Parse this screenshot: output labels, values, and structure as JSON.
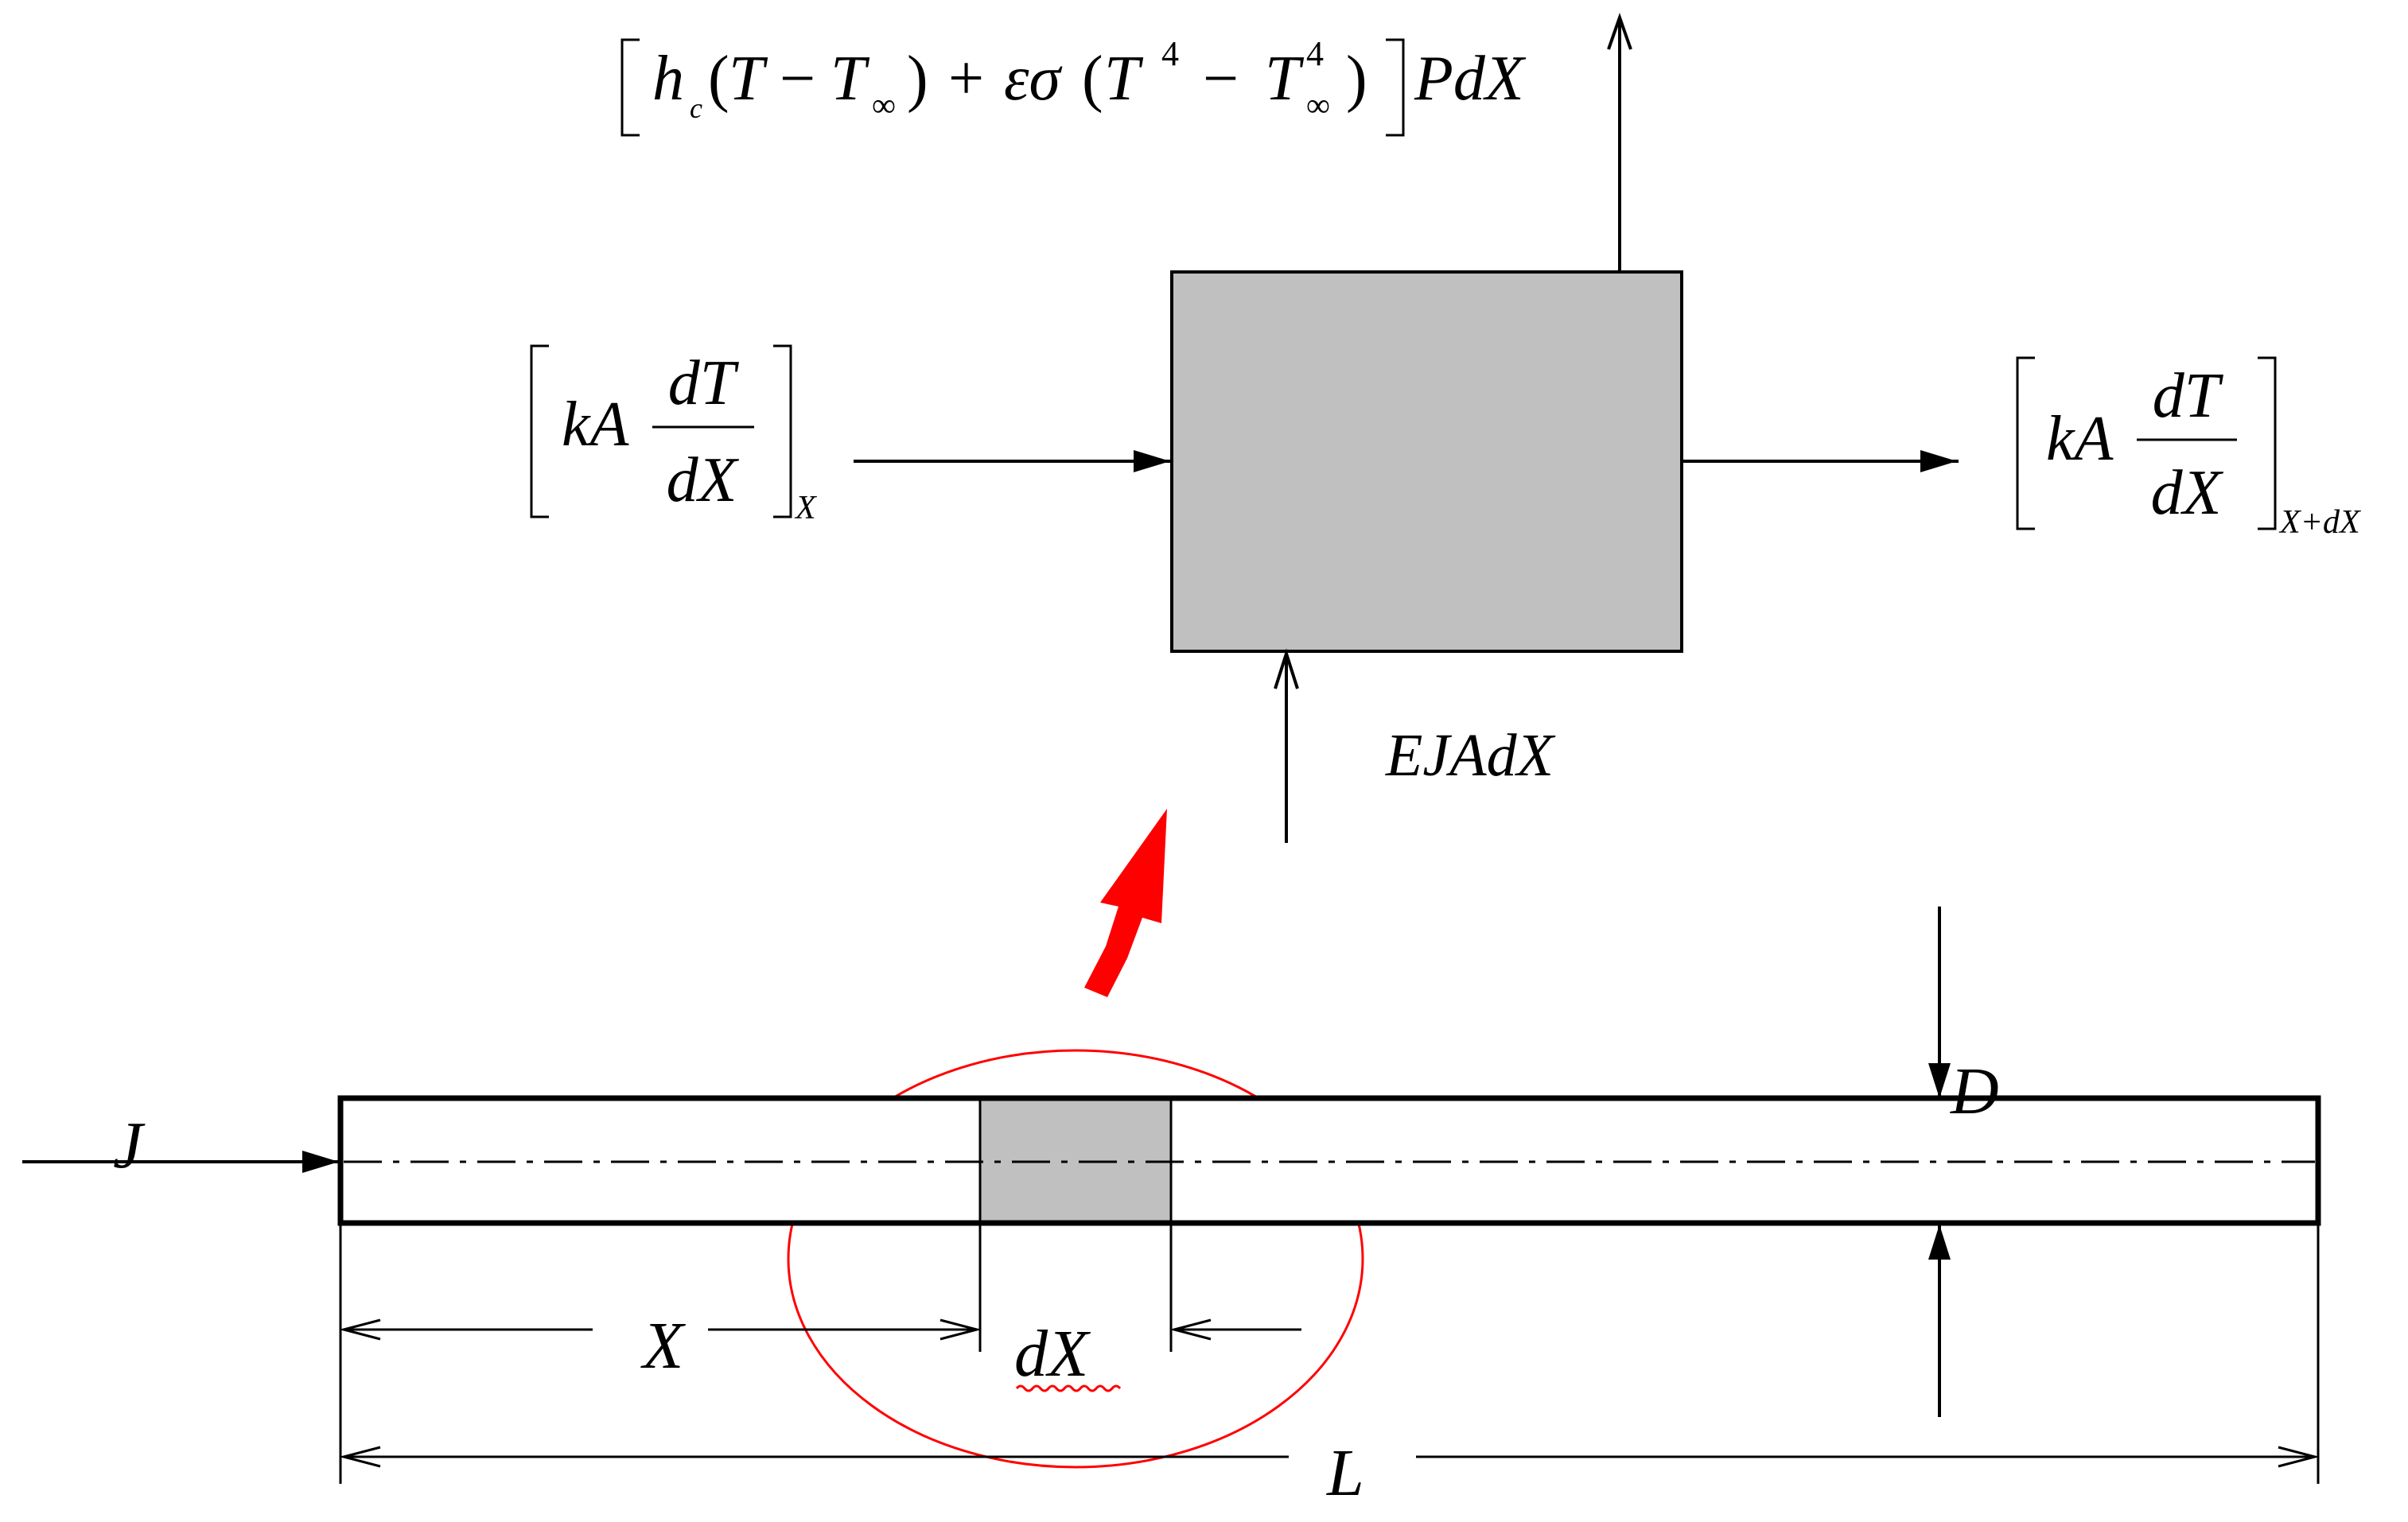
{
  "equations": {
    "convection_radiation": {
      "h": "h",
      "h_sub": "c",
      "p1": "(",
      "T_a": "T",
      "minus_a": "−",
      "T_b": "T",
      "inf_a": "∞",
      "p2": ")",
      "plus": "+",
      "eps_sigma": "εσ",
      "p3": "(",
      "T_c": "T",
      "pow_a": "4",
      "minus_b": "−",
      "T_d": "T",
      "pow_b": "4",
      "inf_b": "∞",
      "p4": ")",
      "tail": "PdX"
    },
    "conduction_in": {
      "lhs": "kA",
      "numerator": "dT",
      "denominator": "dX",
      "subscript": "X"
    },
    "conduction_out": {
      "lhs": "kA",
      "numerator": "dT",
      "denominator": "dX",
      "subscript": "X+dX"
    },
    "generation": "EJAdX"
  },
  "rod": {
    "current_label": "J",
    "diameter_label": "D",
    "position_label": "X",
    "element_label": "dX",
    "length_label": "L"
  },
  "colors": {
    "element_fill": "#c0c0c0",
    "highlight": "#ff0000",
    "stroke": "#000000"
  }
}
